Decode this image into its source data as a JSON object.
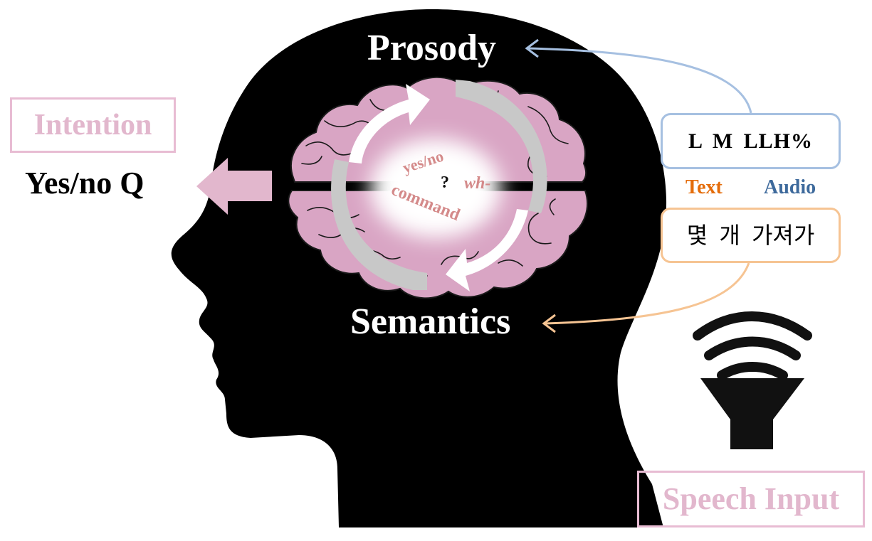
{
  "intention": {
    "title": "Intention",
    "value": "Yes/no Q"
  },
  "head": {
    "top_label": "Prosody",
    "bottom_label": "Semantics"
  },
  "brain_words": {
    "yes_no": "yes/no",
    "question": "?",
    "wh": "wh-",
    "command": "command"
  },
  "inputs": {
    "tone": "L M LLH%",
    "text_label": "Text",
    "audio_label": "Audio",
    "text": "몇 개 가져가"
  },
  "speech": {
    "title": "Speech Input"
  },
  "colors": {
    "pink": "#e2b7cd",
    "brain": "#d9a5c4",
    "blue": "#a6c0e1",
    "orange": "#f6c493",
    "text_orange": "#e46c0a",
    "audio_blue": "#3e6a9c"
  },
  "icons": [
    "head-silhouette-icon",
    "brain-icon",
    "cycle-arrows-icon",
    "speaker-icon",
    "arrow-left-icon"
  ]
}
